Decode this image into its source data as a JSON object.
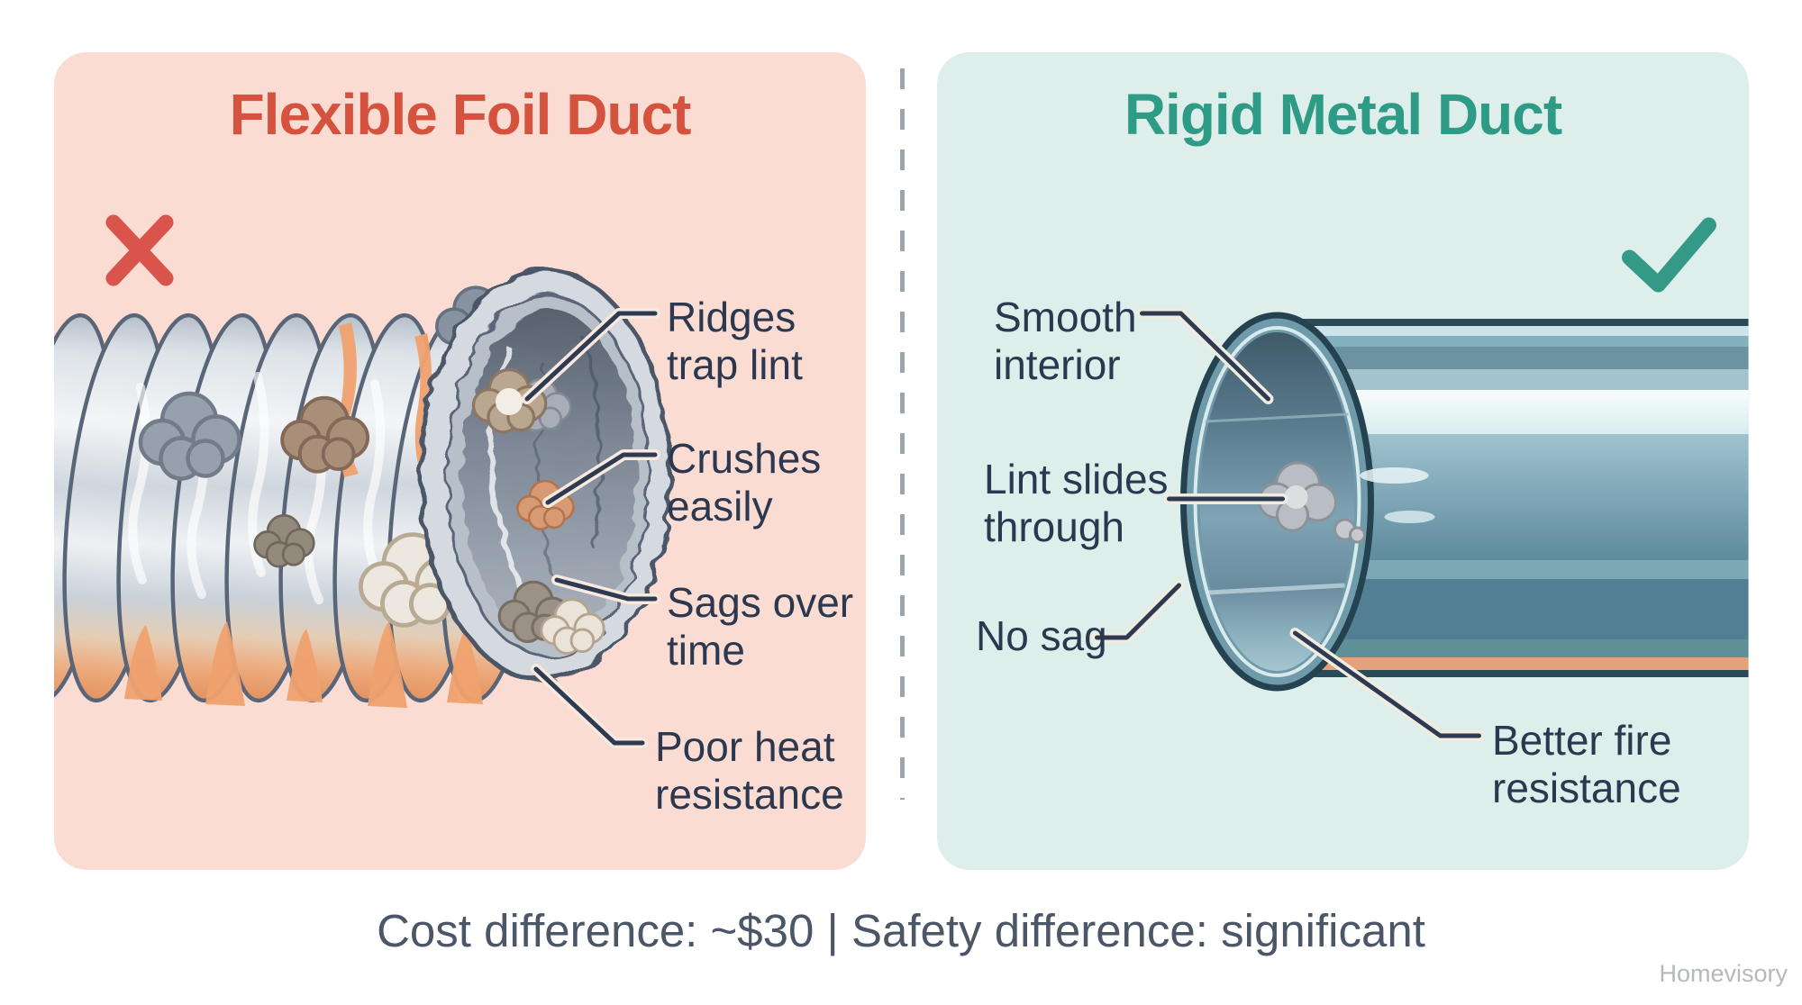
{
  "infographic": {
    "caption": "Cost difference: ~$30 | Safety difference: significant",
    "watermark": "Homevisory",
    "divider_color": "#9ba5ae"
  },
  "left_panel": {
    "title": "Flexible Foil Duct",
    "title_color": "#d5523f",
    "background_color": "#fbdcd2",
    "verdict_icon": "x-icon",
    "verdict_color": "#d9544a",
    "labels": [
      {
        "line1": "Ridges",
        "line2": "trap lint"
      },
      {
        "line1": "Crushes",
        "line2": "easily"
      },
      {
        "line1": "Sags over",
        "line2": "time"
      },
      {
        "line1": "Poor heat",
        "line2": "resistance"
      }
    ]
  },
  "right_panel": {
    "title": "Rigid Metal Duct",
    "title_color": "#2d9b85",
    "background_color": "#deeeea",
    "verdict_icon": "check-icon",
    "verdict_color": "#349a87",
    "labels": [
      {
        "line1": "Smooth",
        "line2": "interior"
      },
      {
        "line1": "Lint slides",
        "line2": "through"
      },
      {
        "line1": "No sag",
        "line2": ""
      },
      {
        "line1": "Better fire",
        "line2": "resistance"
      }
    ]
  }
}
